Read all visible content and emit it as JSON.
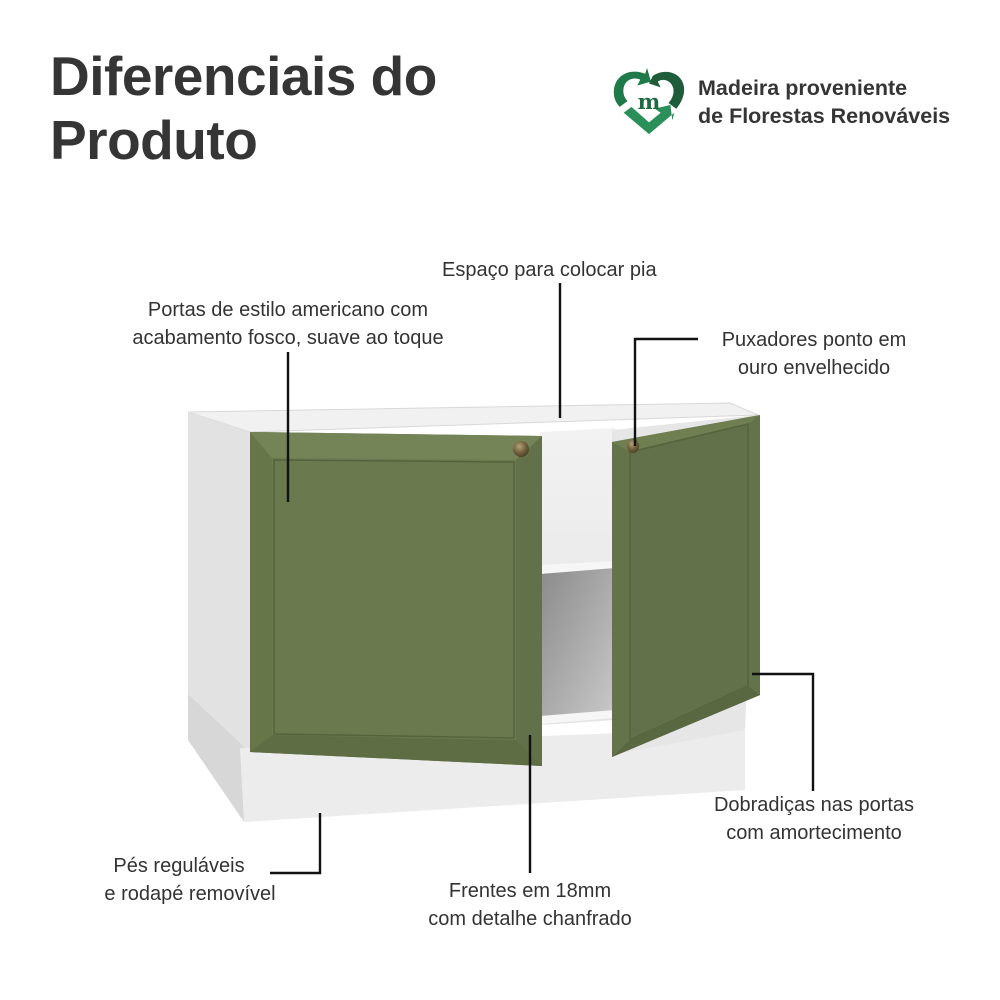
{
  "header": {
    "title_line1": "Diferenciais do",
    "title_line2": "Produto"
  },
  "eco_badge": {
    "icon": "recycle-heart-m-icon",
    "line1": "Madeira proveniente",
    "line2": "de Florestas Renováveis",
    "colors": {
      "dark": "#1e5c3a",
      "mid": "#1f7a4a",
      "light": "#2a8f58"
    }
  },
  "product": {
    "description": "Balcão de cozinha branco com duas portas verdes abertas",
    "colors": {
      "door_green": "#6b7a4f",
      "door_green_dark": "#5c6a43",
      "body_white": "#ececec",
      "side_grey": "#dcdcdc",
      "handle_gold": "#7a6a45"
    }
  },
  "callouts": [
    {
      "id": "sink-space",
      "line1": "Espaço para colocar pia"
    },
    {
      "id": "doors-style",
      "line1": "Portas de estilo americano com",
      "line2": "acabamento fosco, suave ao toque"
    },
    {
      "id": "handles",
      "line1": "Puxadores ponto em",
      "line2": "ouro envelhecido"
    },
    {
      "id": "hinges",
      "line1": "Dobradiças nas portas",
      "line2": "com amortecimento"
    },
    {
      "id": "feet",
      "line1": "Pés reguláveis",
      "line2": "e rodapé removível"
    },
    {
      "id": "fronts",
      "line1": "Frentes em 18mm",
      "line2": "com detalhe chanfrado"
    }
  ]
}
